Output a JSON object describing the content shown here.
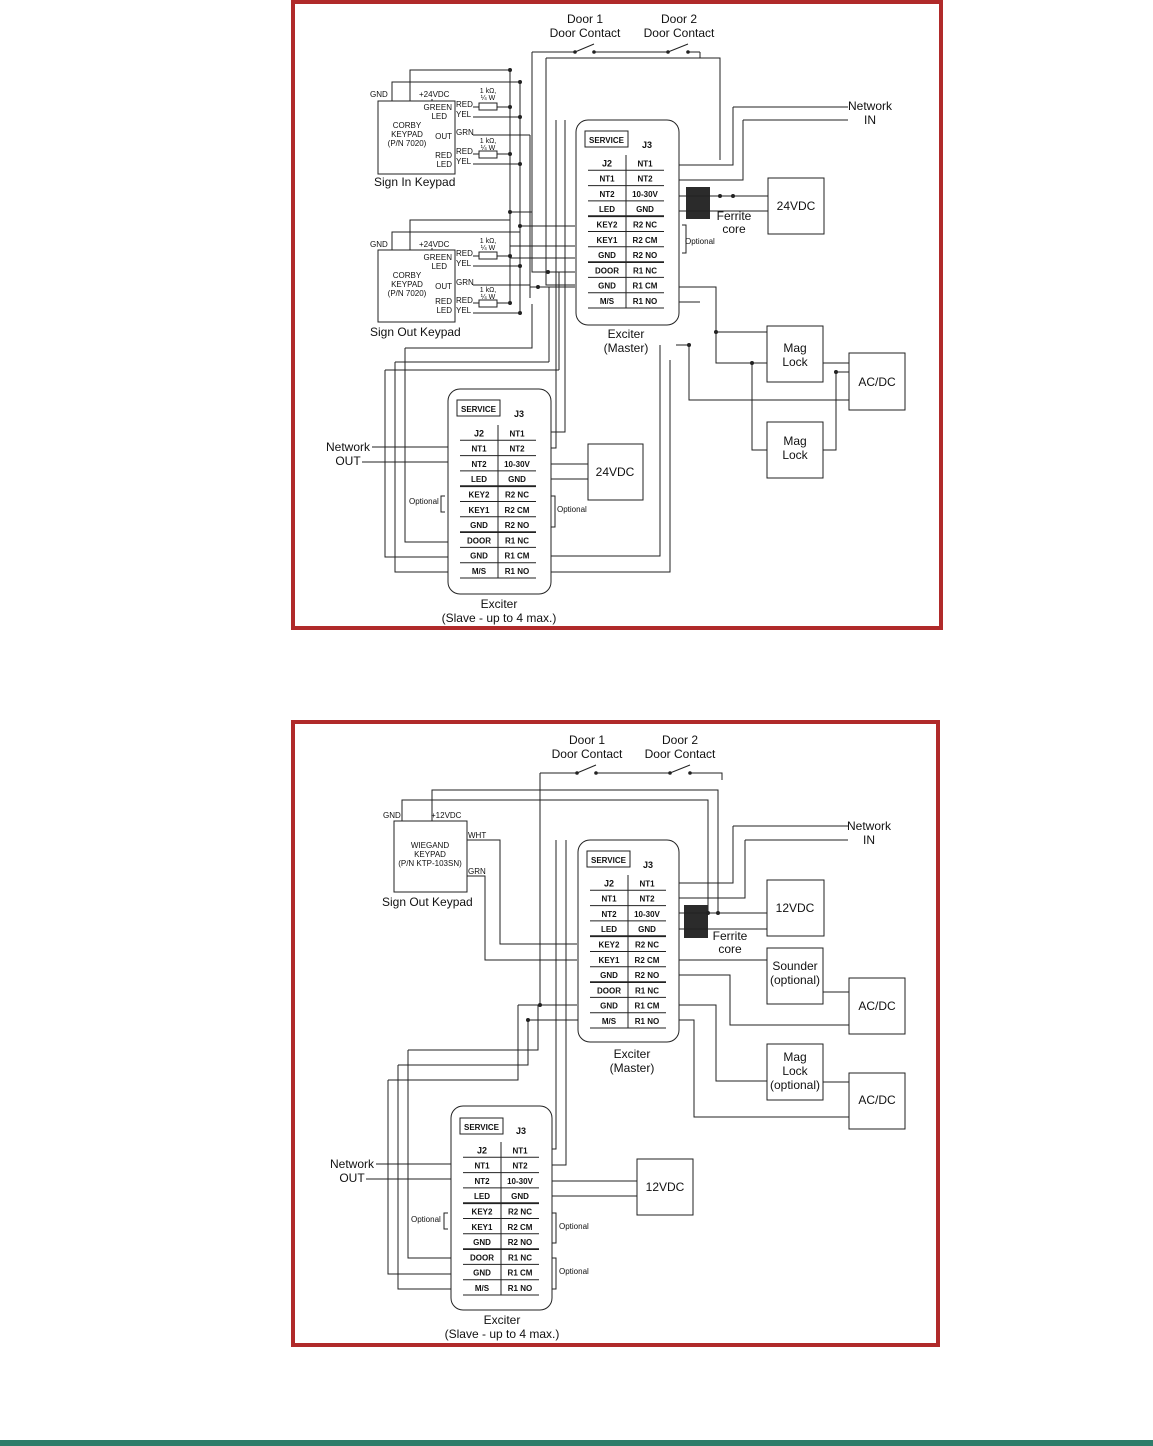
{
  "colors": {
    "frame": "#b02a2a",
    "footer": "#2e7d6a",
    "ferrite": "#2b2b2b"
  },
  "exciter_rows": [
    [
      "J2",
      "NT1"
    ],
    [
      "NT1",
      "NT2"
    ],
    [
      "NT2",
      "10-30V"
    ],
    [
      "LED",
      "GND"
    ],
    [
      "KEY2",
      "R2 NC"
    ],
    [
      "KEY1",
      "R2 CM"
    ],
    [
      "GND",
      "R2 NO"
    ],
    [
      "DOOR",
      "R1 NC"
    ],
    [
      "GND",
      "R1 CM"
    ],
    [
      "M/S",
      "R1 NO"
    ]
  ],
  "diagram1": {
    "door1": [
      "Door 1",
      "Door Contact"
    ],
    "door2": [
      "Door 2",
      "Door Contact"
    ],
    "network_in": [
      "Network",
      "IN"
    ],
    "network_out": [
      "Network",
      "OUT"
    ],
    "master": {
      "service": "SERVICE",
      "j3": "J3",
      "caption": [
        "Exciter",
        "(Master)"
      ]
    },
    "slave": {
      "service": "SERVICE",
      "j3": "J3",
      "caption": [
        "Exciter",
        "(Slave - up to 4 max.)"
      ]
    },
    "psu_master": "24VDC",
    "psu_slave": "24VDC",
    "ferrite": [
      "Ferrite",
      "core"
    ],
    "optional": "Optional",
    "mag_lock": [
      "Mag",
      "Lock"
    ],
    "acdc": "AC/DC",
    "keypad_in": {
      "body": [
        "CORBY",
        "KEYPAD",
        "(P/N 7020)"
      ],
      "caption": "Sign In Keypad",
      "gnd": "GND",
      "vdc": "+24VDC",
      "green_led": [
        "GREEN",
        "LED"
      ],
      "out": "OUT",
      "red_led": [
        "RED",
        "LED"
      ],
      "wires": [
        "RED",
        "YEL",
        "GRN",
        "RED",
        "YEL"
      ],
      "resistor": [
        "1 kΩ,",
        "¼ W"
      ]
    },
    "keypad_out": {
      "body": [
        "CORBY",
        "KEYPAD",
        "(P/N 7020)"
      ],
      "caption": "Sign Out Keypad",
      "gnd": "GND",
      "vdc": "+24VDC",
      "green_led": [
        "GREEN",
        "LED"
      ],
      "out": "OUT",
      "red_led": [
        "RED",
        "LED"
      ],
      "wires": [
        "RED",
        "YEL",
        "GRN",
        "RED",
        "YEL"
      ],
      "resistor": [
        "1 kΩ,",
        "¼ W"
      ]
    }
  },
  "diagram2": {
    "door1": [
      "Door 1",
      "Door Contact"
    ],
    "door2": [
      "Door 2",
      "Door Contact"
    ],
    "network_in": [
      "Network",
      "IN"
    ],
    "network_out": [
      "Network",
      "OUT"
    ],
    "master": {
      "service": "SERVICE",
      "j3": "J3",
      "caption": [
        "Exciter",
        "(Master)"
      ]
    },
    "slave": {
      "service": "SERVICE",
      "j3": "J3",
      "caption": [
        "Exciter",
        "(Slave - up to 4 max.)"
      ]
    },
    "psu_master": "12VDC",
    "psu_slave": "12VDC",
    "ferrite": [
      "Ferrite",
      "core"
    ],
    "optional": "Optional",
    "sounder": [
      "Sounder",
      "(optional)"
    ],
    "mag_lock": [
      "Mag",
      "Lock",
      "(optional)"
    ],
    "acdc": "AC/DC",
    "keypad": {
      "body": [
        "WIEGAND",
        "KEYPAD",
        "(P/N KTP-103SN)"
      ],
      "caption": "Sign Out Keypad",
      "gnd": "GND",
      "vdc": "+12VDC",
      "wht": "WHT",
      "grn": "GRN"
    }
  }
}
